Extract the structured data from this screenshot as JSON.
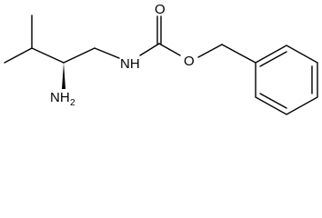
{
  "molecule": {
    "atoms": {
      "amine_label": "NH",
      "amine_subscript": "2",
      "carbamate_nitrogen_label": "NH",
      "carbonyl_oxygen_label": "O",
      "ester_oxygen_label": "O"
    },
    "colors": {
      "bond": "#000000",
      "background": "#ffffff"
    }
  }
}
